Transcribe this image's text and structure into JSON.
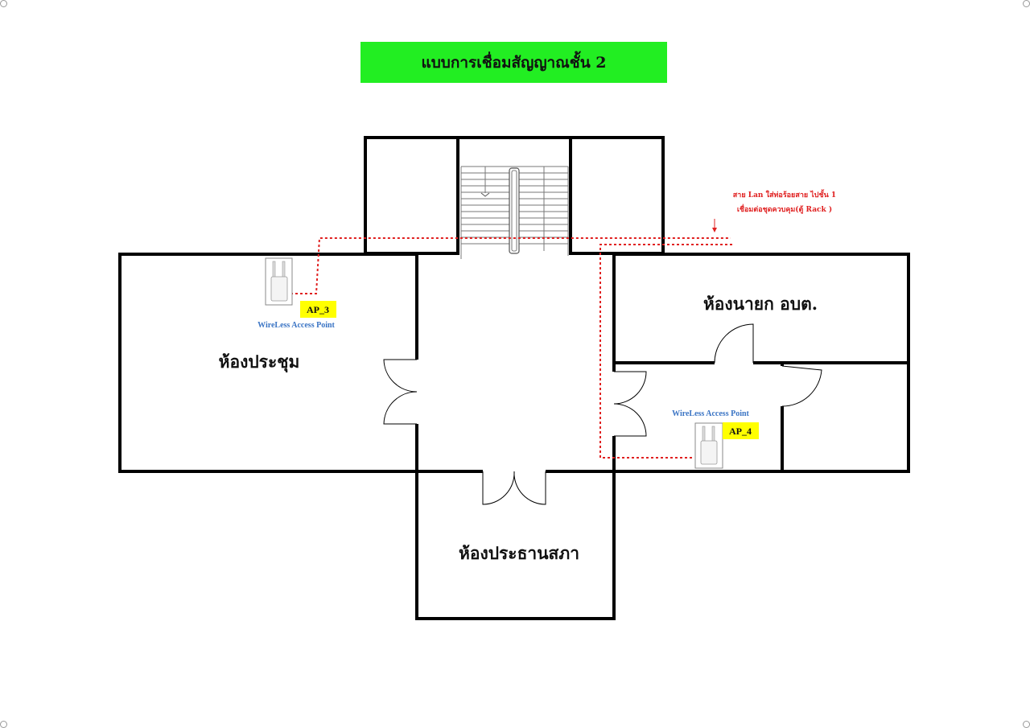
{
  "title": "แบบการเชื่อมสัญญาณชั้น 2",
  "rooms": {
    "meeting": "ห้องประชุม",
    "chief": "ห้องนายก อบต.",
    "council": "ห้องประธานสภา"
  },
  "access_points": [
    {
      "tag": "AP_3",
      "caption": "WireLess Access Point",
      "icon": "wireless-access-point-icon"
    },
    {
      "tag": "AP_4",
      "caption": "WireLess Access Point",
      "icon": "wireless-access-point-icon"
    }
  ],
  "cable_note": {
    "line1": "สาย Lan ใส่ท่อร้อยสาย ไปชั้น 1",
    "line2": "เชื่อมต่อชุดควบคุม(ตู้ Rack )"
  },
  "colors": {
    "title_bg": "#22ee22",
    "cable": "#e02020",
    "tag_bg": "#ffff00",
    "caption": "#3a74c4",
    "wall": "#000000"
  }
}
